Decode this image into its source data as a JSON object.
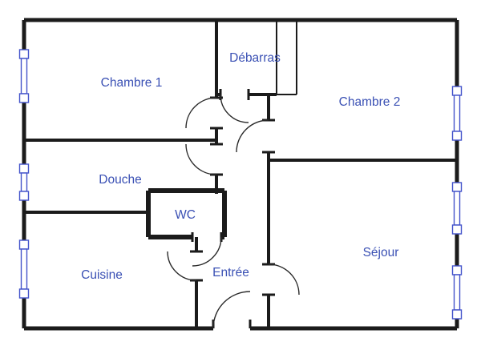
{
  "colors": {
    "background": "#ffffff",
    "wall": "#1b1b1b",
    "window_accent": "#4353cb",
    "label": "#3a50b4"
  },
  "rooms": [
    {
      "label": "Chambre 1"
    },
    {
      "label": "Débarras"
    },
    {
      "label": "Chambre 2"
    },
    {
      "label": "Douche"
    },
    {
      "label": "WC"
    },
    {
      "label": "Cuisine"
    },
    {
      "label": "Entrée"
    },
    {
      "label": "Séjour"
    }
  ],
  "features": {
    "windows_left_wall": 3,
    "windows_right_wall": 3,
    "door_swings": 8
  }
}
